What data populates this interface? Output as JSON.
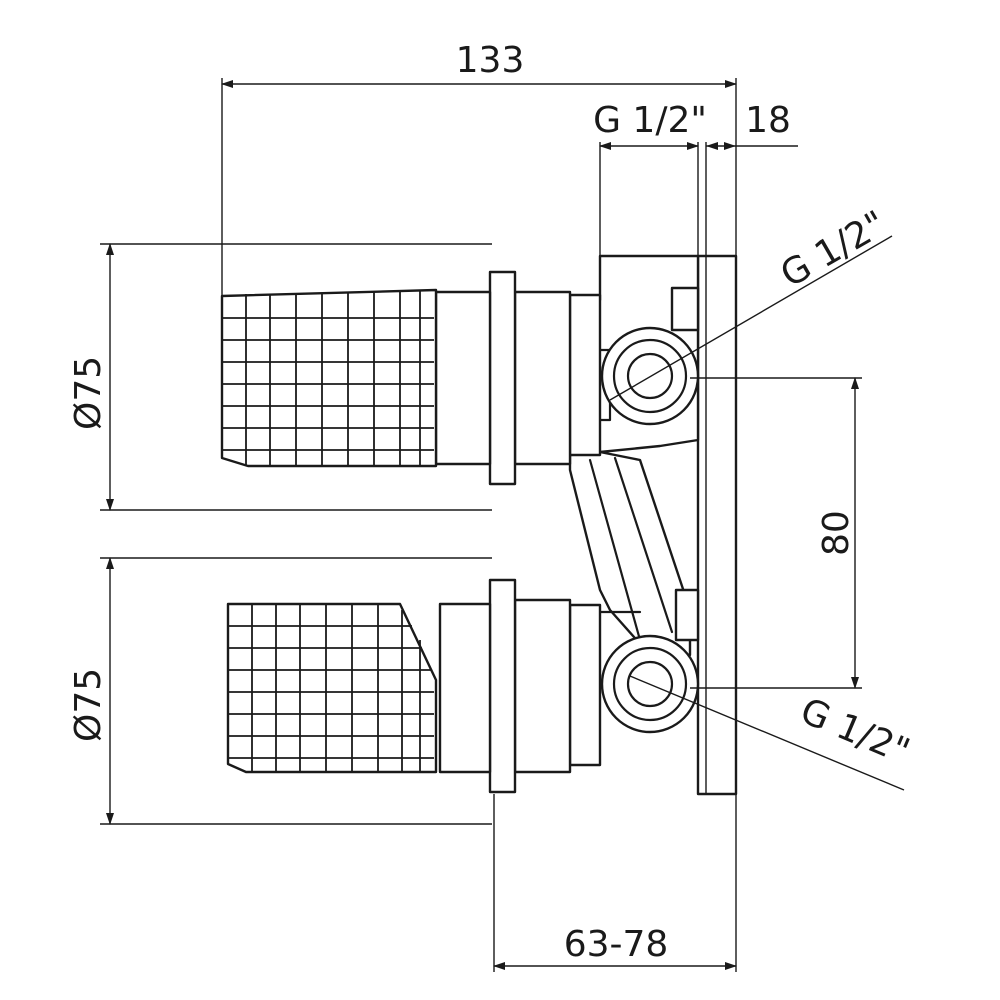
{
  "drawing": {
    "dimensions": {
      "total_depth": "133",
      "inlet_thread_top": "G 1/2\"",
      "plate_thickness": "18",
      "outlet_thread_upper": "G 1/2\"",
      "outlet_thread_lower": "G 1/2\"",
      "handle_diameter_upper": "Ø75",
      "handle_diameter_lower": "Ø75",
      "axis_spacing": "80",
      "installation_depth": "63-78"
    }
  }
}
